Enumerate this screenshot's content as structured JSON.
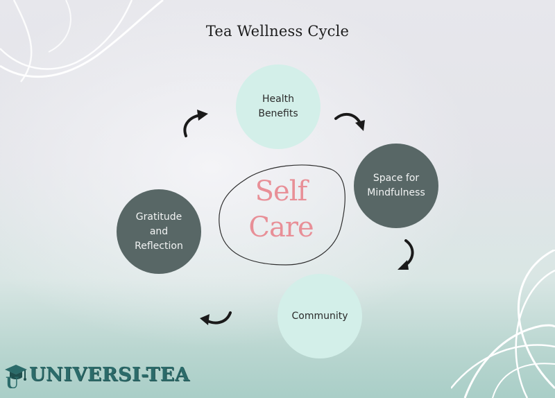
{
  "title": "Tea Wellness Cycle",
  "center": {
    "line1": "Self",
    "line2": "Care"
  },
  "nodes": {
    "health": {
      "line1": "Health",
      "line2": "Benefits"
    },
    "space": {
      "line1": "Space for",
      "line2": "Mindfulness"
    },
    "community": {
      "line1": "Community"
    },
    "gratitude": {
      "line1": "Gratitude",
      "line2": "and",
      "line3": "Reflection"
    }
  },
  "logo": {
    "text": "UNIVERSI-TEA",
    "icon": "graduation-cap-icon"
  },
  "colors": {
    "light_node": "#d3efe9",
    "dark_node": "#586766",
    "center_text": "#e88f97",
    "logo_text": "#2b6b6a"
  }
}
